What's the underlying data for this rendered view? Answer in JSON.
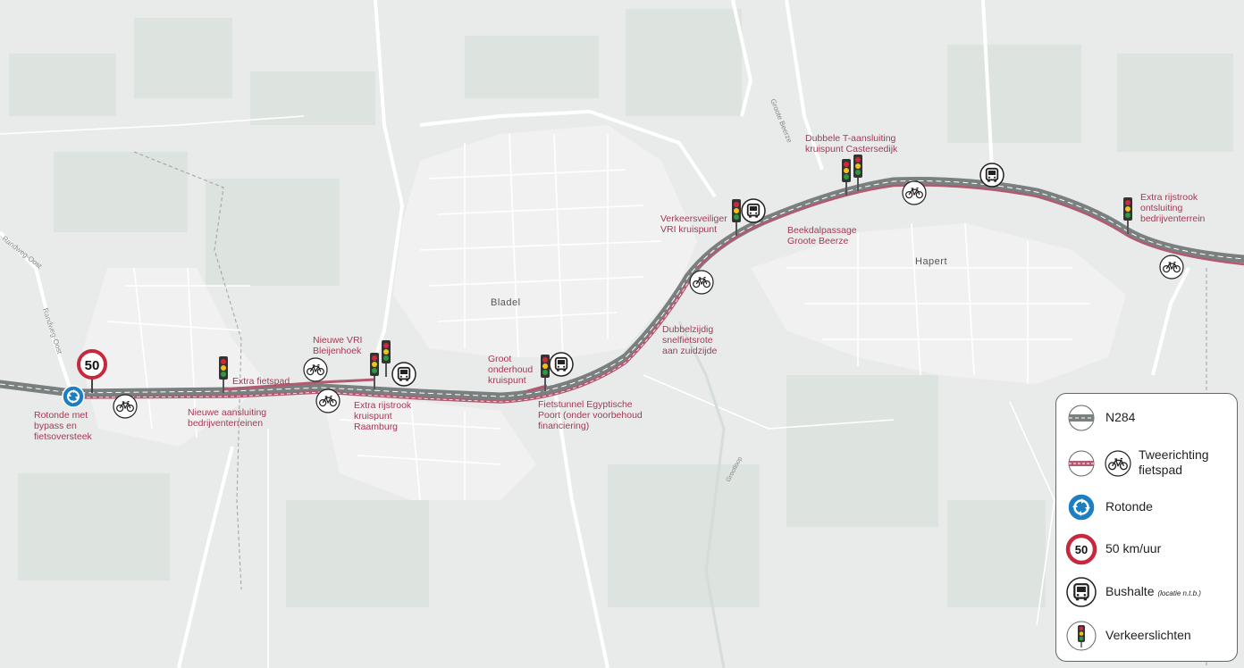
{
  "map": {
    "places": [
      {
        "id": "bladel",
        "name": "Bladel"
      },
      {
        "id": "hapert",
        "name": "Hapert"
      }
    ],
    "streets": [
      {
        "id": "randweg-oost",
        "name": "Randweg-Oost"
      },
      {
        "id": "randweg-oost-2",
        "name": "Randweg-Oost"
      },
      {
        "id": "groote-beerze",
        "name": "Groote Beerze"
      },
      {
        "id": "grootloop",
        "name": "Grootloop"
      }
    ],
    "annotations": [
      {
        "id": "rotonde",
        "text": "Rotonde met\nbypass en\nfietsoversteek"
      },
      {
        "id": "extra-fietspad",
        "text": "Extra fietspad"
      },
      {
        "id": "nieuwe-aansluiting",
        "text": "Nieuwe aansluiting\nbedrijventerreinen"
      },
      {
        "id": "nieuwe-vri",
        "text": "Nieuwe VRI\nBleijenhoek"
      },
      {
        "id": "extra-rijstrook-raamburg",
        "text": "Extra rijstrook\nkruispunt\nRaamburg"
      },
      {
        "id": "groot-onderhoud",
        "text": "Groot\nonderhoud\nkruispunt"
      },
      {
        "id": "fietstunnel",
        "text": "Fietstunnel Egyptische\nPoort (onder voorbehoud\nfinanciering)"
      },
      {
        "id": "dubbelzijdig",
        "text": "Dubbelzijdig\nsnelfietsrote\naan zuidzijde"
      },
      {
        "id": "verkeersveiliger",
        "text": "Verkeersveiliger\nVRI kruispunt"
      },
      {
        "id": "beekdalpassage",
        "text": "Beekdalpassage\nGroote Beerze"
      },
      {
        "id": "dubbele-t",
        "text": "Dubbele T-aansluiting\nkruispunt Castersedijk"
      },
      {
        "id": "extra-rijstrook-ontsluiting",
        "text": "Extra rijstrook\nontsluiting\nbedrijventerrein"
      }
    ],
    "speed_sign": "50",
    "colors": {
      "road": "#7a7f80",
      "cycle": "#b25a70",
      "roundabout": "#1d7fc2",
      "speed_ring": "#c8283e",
      "light_green": "#2e9a3e",
      "light_yellow": "#f2c21a",
      "light_red": "#d2283a",
      "annotation": "#a33a55"
    }
  },
  "legend": {
    "items": [
      {
        "id": "n284",
        "label": "N284",
        "icon": "road-icon"
      },
      {
        "id": "fietspad",
        "label": "Tweerichting\nfietspad",
        "icon": "cycle-path-icon"
      },
      {
        "id": "rotonde",
        "label": "Rotonde",
        "icon": "roundabout-icon"
      },
      {
        "id": "speed",
        "label": "50 km/uur",
        "icon": "speed-limit-icon",
        "sign": "50"
      },
      {
        "id": "bus",
        "label": "Bushalte",
        "note": "(locatie n.t.b.)",
        "icon": "bus-icon"
      },
      {
        "id": "lights",
        "label": "Verkeerslichten",
        "icon": "traffic-light-icon"
      }
    ]
  }
}
